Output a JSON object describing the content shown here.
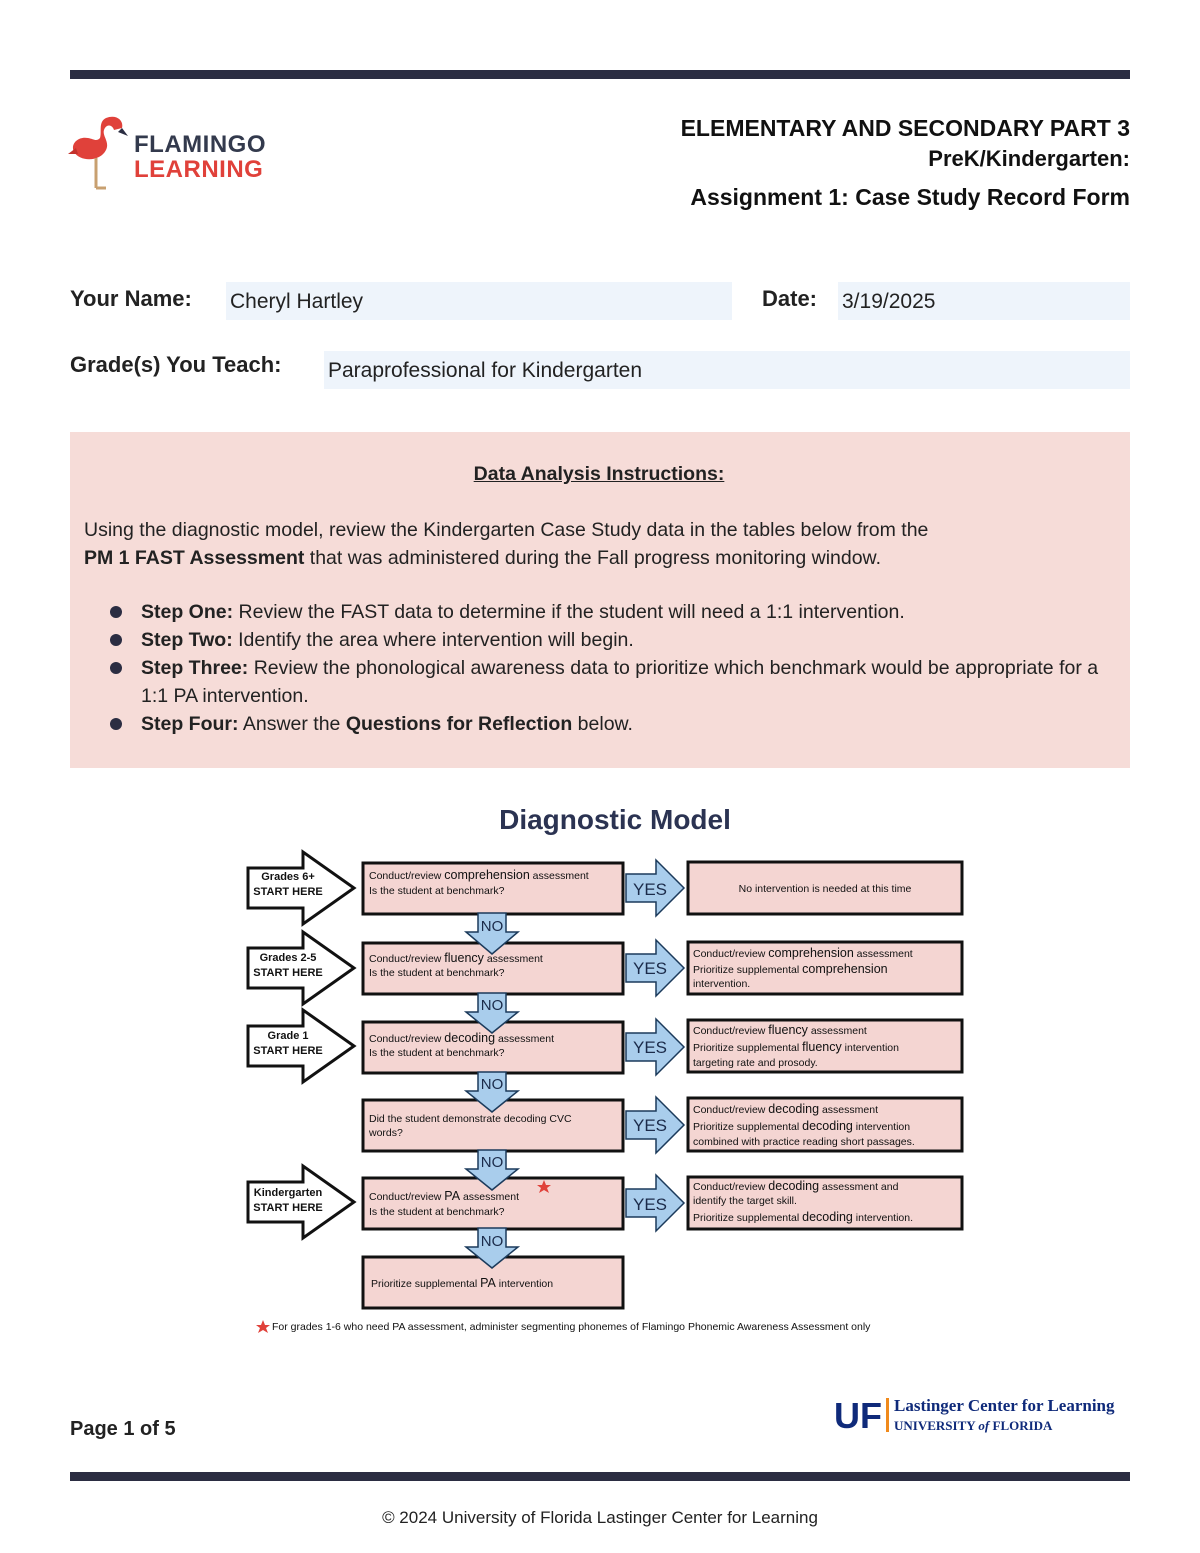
{
  "logo": {
    "line1": "FLAMINGO",
    "line2": "LEARNING"
  },
  "header": {
    "title": "ELEMENTARY AND SECONDARY PART 3",
    "subtitle": "PreK/Kindergarten:",
    "assignment": "Assignment 1: Case Study Record Form"
  },
  "form": {
    "name_label": "Your Name:",
    "name_value": "Cheryl Hartley",
    "date_label": "Date:",
    "date_value": "3/19/2025",
    "grade_label": "Grade(s) You Teach:",
    "grade_value": "Paraprofessional for Kindergarten"
  },
  "instructions": {
    "title": "Data Analysis Instructions:",
    "intro_1": "Using the diagnostic model, review the Kindergarten Case Study data in the tables below from the",
    "intro_bold": "PM 1 FAST Assessment",
    "intro_2": " that was administered during the Fall progress monitoring window.",
    "steps": [
      {
        "label": "Step One:",
        "text": " Review the FAST data to determine if the student will need a 1:1 intervention."
      },
      {
        "label": "Step Two:",
        "text": " Identify the area where intervention will begin."
      },
      {
        "label": "Step Three:",
        "text": " Review the phonological awareness data to prioritize which benchmark would be appropriate for a 1:1 PA intervention."
      },
      {
        "label": "Step Four:",
        "text": " Answer the ",
        "bold2": "Questions for Reflection",
        "text2": " below."
      }
    ]
  },
  "diagram": {
    "title": "Diagnostic Model",
    "starts": [
      {
        "line1": "Grades 6+",
        "line2": "START HERE"
      },
      {
        "line1": "Grades 2-5",
        "line2": "START HERE"
      },
      {
        "line1": "Grade 1",
        "line2": "START HERE"
      },
      {
        "line1": "Kindergarten",
        "line2": "START HERE"
      }
    ],
    "yes_label": "YES",
    "no_label": "NO",
    "checks": [
      {
        "pre": "Conduct/review ",
        "skill": "comprehension",
        "post": " assessment",
        "line2": "Is the student at benchmark?"
      },
      {
        "pre": "Conduct/review ",
        "skill": "fluency",
        "post": " assessment",
        "line2": "Is the student at benchmark?"
      },
      {
        "pre": "Conduct/review ",
        "skill": "decoding",
        "post": " assessment",
        "line2": "Is the student at benchmark?"
      },
      {
        "line1": "Did the student demonstrate decoding CVC",
        "line2": "words?"
      },
      {
        "pre": "Conduct/review ",
        "skill": "PA",
        "post": " assessment",
        "line2": "Is the student at benchmark?"
      }
    ],
    "final": {
      "pre": "Prioritize supplemental ",
      "skill": "PA",
      "post": " intervention"
    },
    "outcomes": [
      {
        "line1": "No intervention is needed at this time"
      },
      {
        "a_pre": "Conduct/review ",
        "a_skill": "comprehension",
        "a_post": " assessment",
        "b_pre": "Prioritize supplemental ",
        "b_skill": "comprehension",
        "b_post": "",
        "line3": "intervention."
      },
      {
        "a_pre": "Conduct/review ",
        "a_skill": "fluency",
        "a_post": " assessment",
        "b_pre": "Prioritize supplemental ",
        "b_skill": "fluency",
        "b_post": " intervention",
        "line3": "targeting rate and prosody."
      },
      {
        "a_pre": "Conduct/review ",
        "a_skill": "decoding",
        "a_post": " assessment",
        "b_pre": "Prioritize supplemental ",
        "b_skill": "decoding",
        "b_post": " intervention",
        "line3": "combined with practice reading short passages."
      },
      {
        "a_pre": "Conduct/review ",
        "a_skill": "decoding",
        "a_post": " assessment and",
        "line2": "identify the target skill.",
        "c_pre": "Prioritize supplemental ",
        "c_skill": "decoding",
        "c_post": " intervention."
      }
    ],
    "footnote": "For grades 1-6 who need PA assessment, administer segmenting phonemes of Flamingo Phonemic Awareness Assessment only"
  },
  "page": "Page 1 of 5",
  "uf_logo": {
    "mark": "UF",
    "line1": "Lastinger Center for Learning",
    "line2a": "UNIVERSITY ",
    "line2b": "of",
    "line2c": " FLORIDA"
  },
  "footer": "© 2024 University of Florida Lastinger Center for Learning",
  "colors": {
    "navy": "#2b2d42",
    "pink_panel": "#f6dcd8",
    "box_fill": "#f4d5d2",
    "arrow_blue": "#a9cdec",
    "flamingo_red": "#e0413a",
    "uf_blue": "#0f2a7a"
  }
}
